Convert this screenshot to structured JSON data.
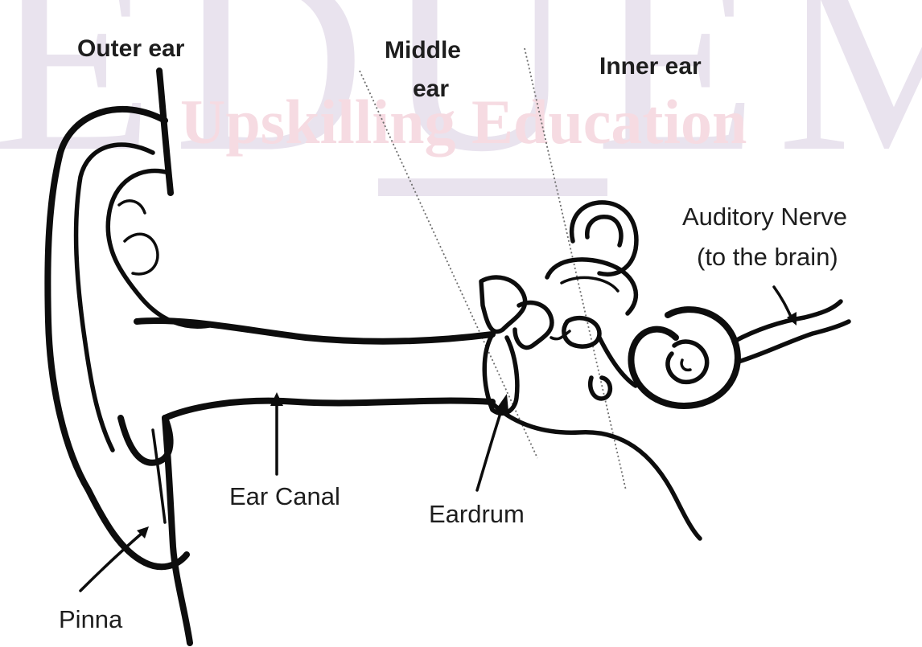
{
  "watermark": {
    "letters": "EDUEMS",
    "tagline": "Upskilling Education"
  },
  "sections": {
    "outer": "Outer ear",
    "middle_line1": "Middle",
    "middle_line2": "ear",
    "inner": "Inner ear"
  },
  "labels": {
    "nerve_line1": "Auditory Nerve",
    "nerve_line2": "(to the brain)",
    "canal": "Ear Canal",
    "eardrum": "Eardrum",
    "pinna": "Pinna"
  },
  "colors": {
    "ink": "#0d0d0d",
    "watermark_letters": "#e9e3ee",
    "watermark_tagline": "#f6dbe2"
  }
}
